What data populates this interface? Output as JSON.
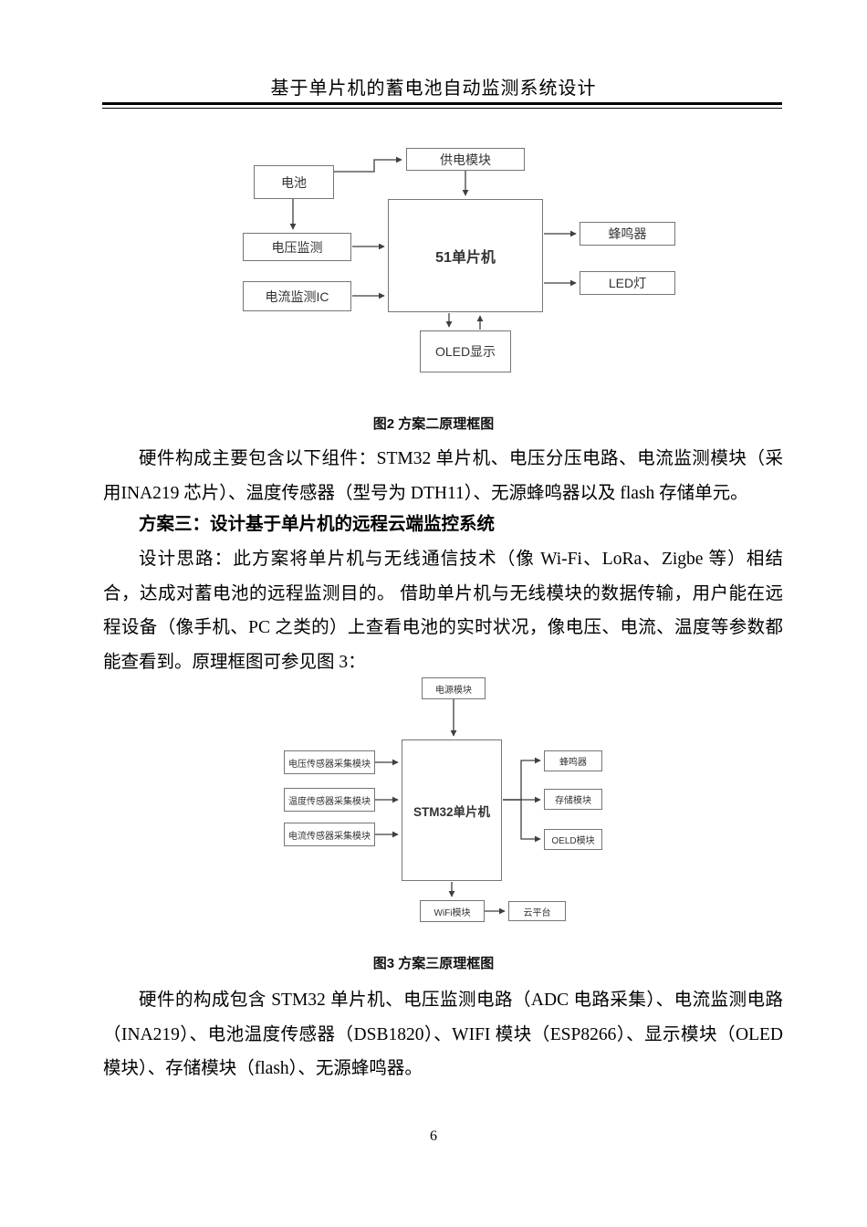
{
  "page": {
    "header_title": "基于单片机的蓄电池自动监测系统设计",
    "page_number": "6"
  },
  "figure2": {
    "caption": "图2 方案二原理框图",
    "boxes": {
      "battery": "电池",
      "power_module": "供电模块",
      "mcu": "51单片机",
      "voltage_monitor": "电压监测",
      "current_monitor": "电流监测IC",
      "buzzer": "蜂鸣器",
      "led": "LED灯",
      "oled": "OLED显示"
    }
  },
  "figure3": {
    "caption": "图3 方案三原理框图",
    "boxes": {
      "power_module": "电源模块",
      "mcu": "STM32单片机",
      "voltage_sensor": "电压传感器采集模块",
      "temp_sensor": "温度传感器采集模块",
      "current_sensor": "电流传感器采集模块",
      "buzzer": "蜂鸣器",
      "storage": "存储模块",
      "oled": "OELD模块",
      "wifi": "WiFi模块",
      "cloud": "云平台"
    }
  },
  "content": {
    "para1": "硬件构成主要包含以下组件：STM32 单片机、电压分压电路、电流监测模块（采用INA219 芯片）、温度传感器（型号为 DTH11）、无源蜂鸣器以及 flash 存储单元。",
    "heading3": "方案三：设计基于单片机的远程云端监控系统",
    "para2": "设计思路：此方案将单片机与无线通信技术（像 Wi-Fi、LoRa、Zigbe 等）相结合，达成对蓄电池的远程监测目的。 借助单片机与无线模块的数据传输，用户能在远程设备（像手机、PC 之类的）上查看电池的实时状况，像电压、电流、温度等参数都能查看到。原理框图可参见图 3：",
    "para3": "硬件的构成包含 STM32 单片机、电压监测电路（ADC 电路采集）、电流监测电路（INA219）、电池温度传感器（DSB1820）、WIFI 模块（ESP8266）、显示模块（OLED模块）、存储模块（flash）、无源蜂鸣器。"
  }
}
